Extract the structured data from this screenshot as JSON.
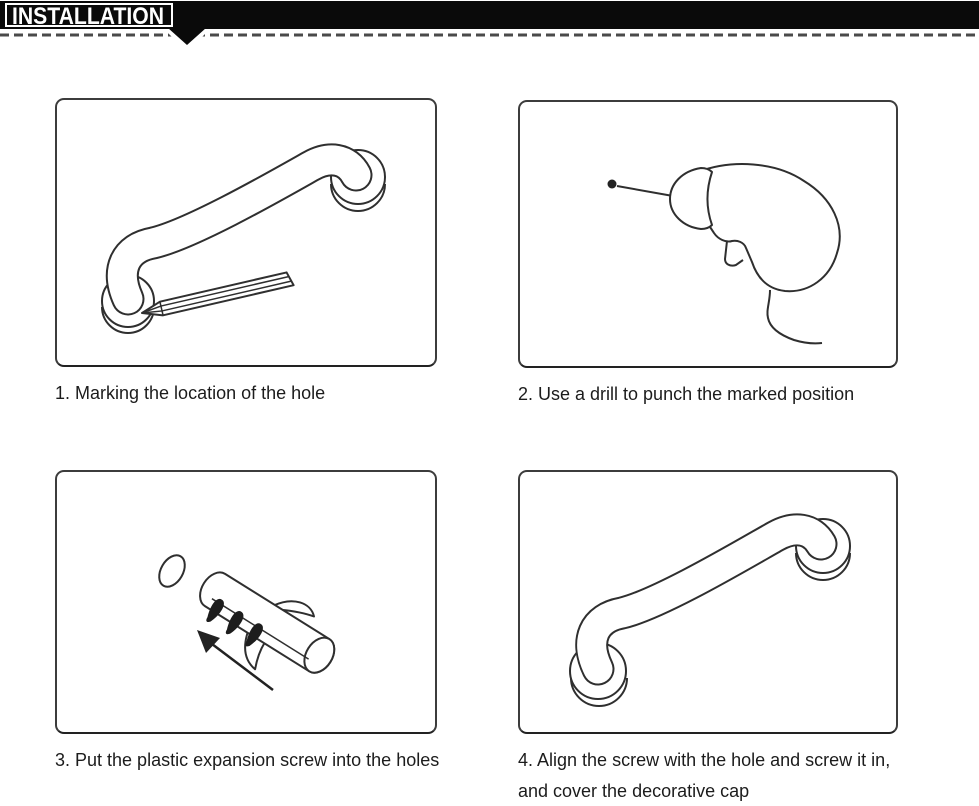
{
  "header": {
    "title": "INSTALLATION"
  },
  "steps": [
    {
      "caption": "1. Marking the location of the hole",
      "illustration": "grab-bar-with-pencil-marking-hole"
    },
    {
      "caption": "2. Use a drill to punch the marked position",
      "illustration": "electric-drill-punching-marked-dot"
    },
    {
      "caption": "3. Put the plastic expansion screw into the holes",
      "illustration": "plastic-expansion-anchor-into-wall-hole"
    },
    {
      "caption": "4. Align the screw with the hole and screw it in, and cover the decorative cap",
      "illustration": "installed-grab-bar"
    }
  ],
  "colors": {
    "header_bar": "#0a0a0a",
    "line_art_ink": "#2f2f2f",
    "caption_text": "#1c1c1c",
    "divider_dash": "#4a4a4a"
  }
}
